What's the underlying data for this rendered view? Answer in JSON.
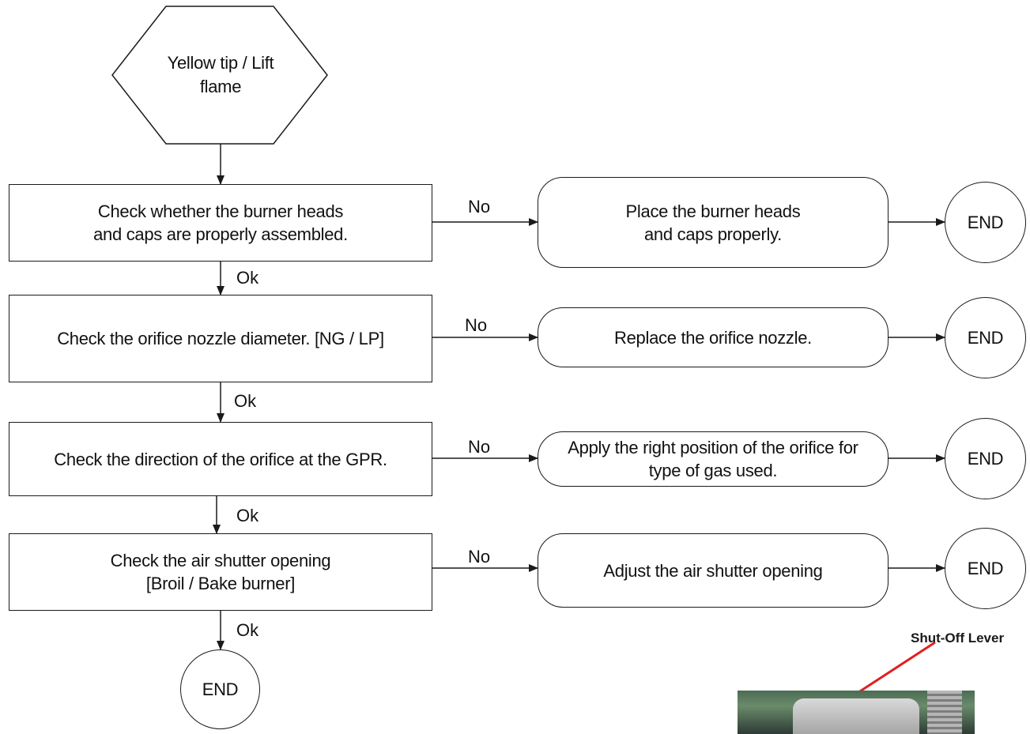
{
  "start": {
    "label": "Yellow tip / Lift\nflame"
  },
  "steps": [
    {
      "check": "Check whether the burner heads\nand caps are properly assembled.",
      "no_label": "No",
      "action": "Place the burner heads\nand caps properly.",
      "end": "END",
      "ok_label": "Ok"
    },
    {
      "check": "Check the orifice nozzle diameter. [NG / LP]",
      "no_label": "No",
      "action": "Replace the orifice nozzle.",
      "end": "END",
      "ok_label": "Ok"
    },
    {
      "check": "Check the direction of the orifice at the GPR.",
      "no_label": "No",
      "action": "Apply the right position of the orifice for\ntype of gas used.",
      "end": "END",
      "ok_label": "Ok"
    },
    {
      "check": "Check the air shutter opening\n[Broil / Bake burner]",
      "no_label": "No",
      "action": "Adjust the air shutter opening",
      "end": "END",
      "ok_label": "Ok"
    }
  ],
  "final_end": "END",
  "callout": {
    "label": "Shut-Off Lever",
    "color": "#e02020"
  },
  "colors": {
    "stroke": "#1a1a1a",
    "text": "#111111",
    "background": "#ffffff"
  }
}
